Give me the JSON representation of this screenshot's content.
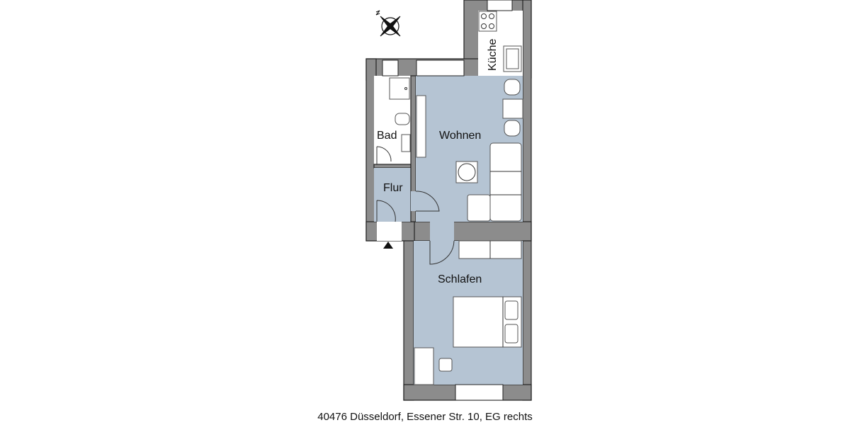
{
  "rooms": {
    "kitchen": "Küche",
    "bath": "Bad",
    "living": "Wohnen",
    "hall": "Flur",
    "bedroom": "Schlafen"
  },
  "address": "40476 Düsseldorf, Essener Str. 10, EG rechts",
  "colors": {
    "room_fill": "#b5c4d3",
    "wall": "#8c8c8c"
  },
  "icons": {
    "compass": "north-compass-icon",
    "entrance": "entrance-triangle-icon"
  }
}
